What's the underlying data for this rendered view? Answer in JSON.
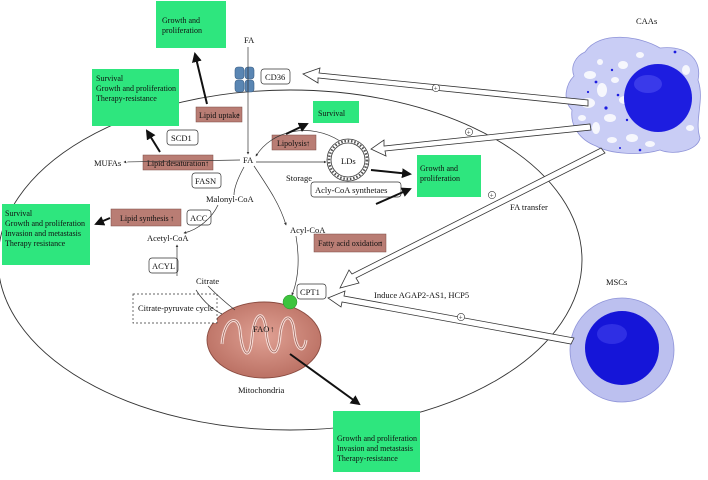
{
  "colors": {
    "green_box": "#2ee67e",
    "brown_box": "#b97d74",
    "cell_line": "#333333",
    "caa_fill": "#c9cdf5",
    "caa_nucleus": "#1d1de0",
    "msc_fill": "#bcc0ef",
    "msc_nucleus": "#1515d8",
    "mito_fill": "#c77f73",
    "mito_edge": "#8a4b40",
    "cd36": "#5a86b3",
    "cpt1": "#3ec43e"
  },
  "green_boxes": {
    "top": [
      "Growth and",
      "proliferation"
    ],
    "left_upper": [
      "Survival",
      "Growth and proliferation",
      "Therapy-resistance"
    ],
    "survival": [
      "Survival"
    ],
    "center_right": [
      "Growth and",
      "proliferation"
    ],
    "left_lower": [
      "Survival",
      "Growth and proliferation",
      "Invasion and metastasis",
      "Therapy resistance"
    ],
    "bottom": [
      "Growth and proliferation",
      "Invasion and metastasis",
      "Therapy-resistance"
    ]
  },
  "brown_boxes": {
    "lipid_uptake": "Lipid uptake",
    "lipolysis": "Lipolysis",
    "lipid_desaturation": "Lipid desaturation",
    "lipid_synthesis": "Lipid synthesis",
    "fatty_acid_oxidation": "Fatty acid oxidation",
    "up_arrow": "↑"
  },
  "white_boxes": {
    "cd36": "CD36",
    "scd1": "SCD1",
    "fasn": "FASN",
    "acc": "ACC",
    "acyl": "ACYL",
    "acyl_coa_synthetase": "Acly-CoA synthetaes",
    "cpt1": "CPT1",
    "citrate_cycle": "Citrate-pyruvate cycle"
  },
  "labels": {
    "fa_top": "FA",
    "fa_center": "FA",
    "mufas": "MUFAs",
    "malonyl_coa": "Malonyl-CoA",
    "acetyl_coa": "Acetyl-CoA",
    "citrate": "Citrate",
    "storage": "Storage",
    "lds": "LDs",
    "acyl_coa": "Acyl-CoA",
    "fao": "FAO",
    "mitochondria": "Mitochondria",
    "caas": "CAAs",
    "mscs": "MSCs",
    "fa_transfer": "FA transfer",
    "induce": "Induce AGAP2-AS1,  HCP5",
    "plus": "+"
  }
}
